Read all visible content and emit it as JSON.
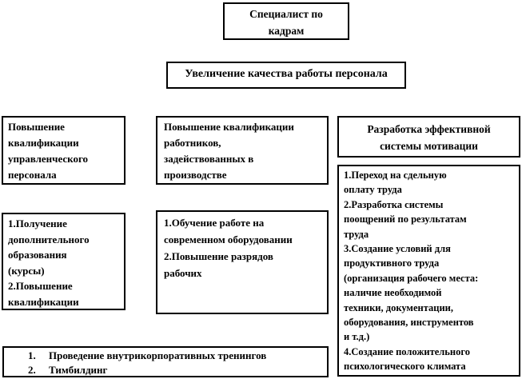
{
  "colors": {
    "background": "#ffffff",
    "box_fill": "#ffffff",
    "border": "#000000",
    "text": "#000000"
  },
  "diagram": {
    "root": {
      "text": "Специалист по\nкадрам"
    },
    "goal": {
      "text": "Увеличение качества работы персонала"
    },
    "branch_left": {
      "text": "Повышение\nквалификации\nуправленческого\nперсонала"
    },
    "branch_middle": {
      "text": "Повышение квалификации\nработников,\nзадействованных в\nпроизводстве"
    },
    "branch_right": {
      "text": "Разработка эффективной\nсистемы мотивации"
    },
    "left_actions": {
      "text": "1.Получение\nдополнительного\nобразования\n(курсы)\n2.Повышение\nквалификации"
    },
    "middle_actions": {
      "text": "1.Обучение работе на\nсовременном оборудовании\n2.Повышение разрядов\nрабочих"
    },
    "right_actions": {
      "text": "1.Переход на сдельную\nоплату труда\n2.Разработка системы\nпоощрений по результатам\nтруда\n3.Создание условий для\nпродуктивного труда\n(организация рабочего места:\nналичие необходимой\nтехники, документации,\nоборудования, инструментов\nи т.д.)\n4.Создание положительного\nпсихологического климата"
    },
    "bottom_actions": {
      "items": [
        {
          "num": "1.",
          "label": "Проведение внутрикорпоративных тренингов"
        },
        {
          "num": "2.",
          "label": "Тимбилдинг"
        }
      ]
    }
  }
}
